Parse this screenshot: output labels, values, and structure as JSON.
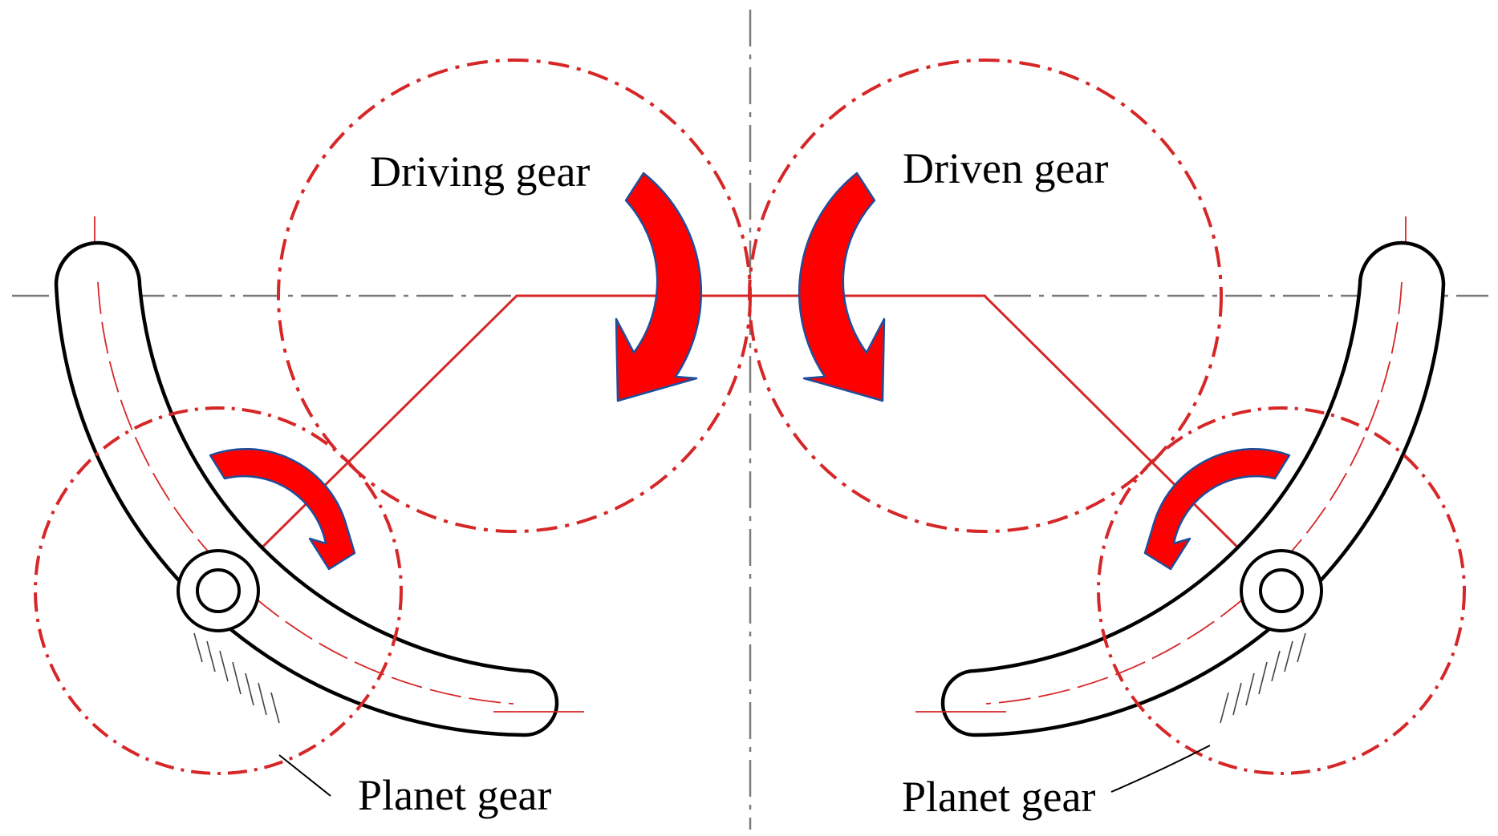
{
  "labels": {
    "driving": "Driving gear",
    "driven": "Driven gear",
    "planet_left": "Planet gear",
    "planet_right": "Planet gear"
  },
  "colors": {
    "pitch_circle": "#d62728",
    "arrow_fill": "#ff0000",
    "arrow_outline": "#1f4e9a",
    "outline": "#000000",
    "center_line": "#7a7a7a"
  }
}
